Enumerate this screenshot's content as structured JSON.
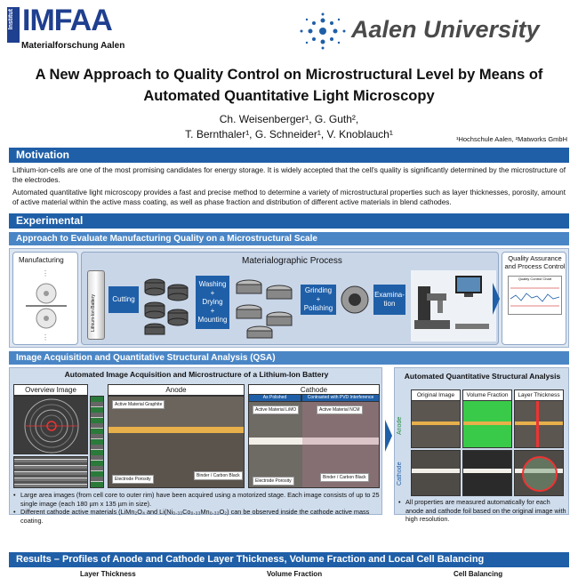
{
  "header": {
    "logo_vertical": "Institut",
    "logo_text": "IMFAA",
    "logo_sub": "Materialforschung Aalen",
    "university": "Aalen University"
  },
  "title": {
    "line1": "A New Approach to Quality Control on Microstructural Level by Means of",
    "line2": "Automated Quantitative Light Microscopy"
  },
  "authors": {
    "line1": "Ch. Weisenberger¹, G. Guth²,",
    "line2": "T. Bernthaler¹, G. Schneider¹, V. Knoblauch¹",
    "affiliation": "¹Hochschule Aalen, ²Matworks GmbH"
  },
  "motivation": {
    "heading": "Motivation",
    "p1": "Lithium-ion-cells are one of the most promising candidates for energy storage. It is widely accepted that the cell's quality is significantly determined by the microstructure of the electrodes.",
    "p2": "Automated quantitative light microscopy provides a fast and precise method to determine a variety of microstructural properties such as layer thicknesses, porosity, amount of active material within the active mass coating, as well as phase fraction and distribution of different active materials in blend cathodes."
  },
  "experimental": {
    "heading": "Experimental",
    "approach_heading": "Approach to Evaluate Manufacturing Quality on a Microstructural Scale",
    "manufacturing": "Manufacturing",
    "process_title": "Materialographic Process",
    "battery_label": "Lithium-Ion Battery",
    "steps": [
      "Cutting",
      "Washing\n+\nDrying\n+\nMounting",
      "Grinding\n+\nPolishing",
      "Examina-\ntion"
    ],
    "qa_title": "Quality Assurance\nand Process Control",
    "qa_chart": "Quality Control Chart"
  },
  "qsa": {
    "heading": "Image Acquisition and Quantitative Structural Analysis (QSA)",
    "left_title": "Automated Image Acquisition and Microstructure of a Lithium-Ion Battery",
    "overview": "Overview Image",
    "anode": "Anode",
    "cathode": "Cathode",
    "as_polished": "As Polished",
    "contrasted": "Contrasted with PVD Interference Layer",
    "tags": {
      "active_graphite": "Active Material Graphite",
      "electrode_porosity_a": "Electrode Porosity",
      "binder_a": "Binder / Carbon Black",
      "active_lmo": "Active Material LiMO",
      "active_nmc": "Active Material NCM",
      "electrode_porosity_c": "Electrode Porosity",
      "binder_c": "Binder / Carbon Black"
    },
    "right_title": "Automated Quantitative Structural Analysis",
    "col_original": "Original Image",
    "col_volume": "Volume Fraction",
    "col_layer": "Layer Thickness",
    "side_anode": "Anode",
    "side_cathode": "Cathode",
    "bullets_left": [
      "Large area images (from cell core to outer rim) have been acquired using a motorized stage. Each image consists of up to 25 single image (each 180 µm x 135 µm in size).",
      "Different cathode active materials (LiMn₂O₄ and Li(Ni₀.₃₃Co₀.₃₃Mn₀.₃₃O₂) can be observed inside the cathode active mass coating."
    ],
    "bullets_right": [
      "All properties are measured automatically for each anode and cathode foil based on the original image with high resolution."
    ]
  },
  "results": {
    "heading": "Results – Profiles of Anode and Cathode Layer Thickness, Volume Fraction and Local Cell Balancing",
    "col1": "Layer Thickness",
    "col2": "Volume Fraction",
    "col3": "Cell Balancing"
  },
  "colors": {
    "primary": "#1f5fa8",
    "secondary": "#4a86c6",
    "panel": "#dde6f1"
  }
}
